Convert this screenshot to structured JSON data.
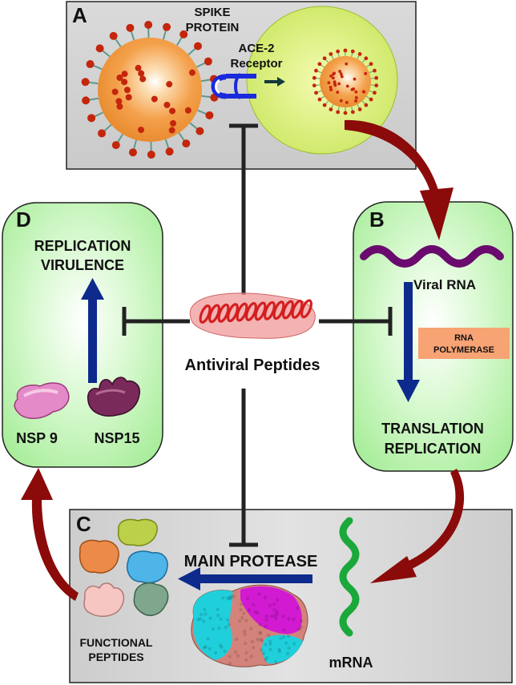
{
  "panels": {
    "a": {
      "letter": "A"
    },
    "b": {
      "letter": "B"
    },
    "c": {
      "letter": "C"
    },
    "d": {
      "letter": "D"
    }
  },
  "labels": {
    "spike_line1": "SPIKE",
    "spike_line2": "PROTEIN",
    "ace2_line1": "ACE-2",
    "ace2_line2": "Receptor",
    "viral_rna": "Viral RNA",
    "rna_pol_line1": "RNA",
    "rna_pol_line2": "POLYMERASE",
    "translation": "TRANSLATION",
    "replication": "REPLICATION",
    "main_protease": "MAIN PROTEASE",
    "mrna": "mRNA",
    "functional_line1": "FUNCTIONAL",
    "functional_line2": "PEPTIDES",
    "d_replication": "REPLICATION",
    "d_virulence": "VIRULENCE",
    "nsp9": "NSP 9",
    "nsp15": "NSP15",
    "antiviral": "Antiviral Peptides"
  },
  "colors": {
    "gray_panel": "#d4d4d4",
    "green_panel": "#a8ef9e",
    "green_border": "#333333",
    "virus_orange": "#f2a04a",
    "spike_red": "#c4260c",
    "cell_yellow_green": "#d6f070",
    "dark_red_arrow": "#8b0000",
    "navy_arrow": "#0d2a8c",
    "rna_purple": "#6a0a6e",
    "mrna_green": "#1aa83a",
    "polymerase_orange": "#f8a070",
    "peptide_red": "#e04848"
  },
  "icons": [
    "virus-particle",
    "ace2-receptor",
    "host-cell",
    "helix-peptide",
    "protease-structure",
    "protein-blobs"
  ]
}
